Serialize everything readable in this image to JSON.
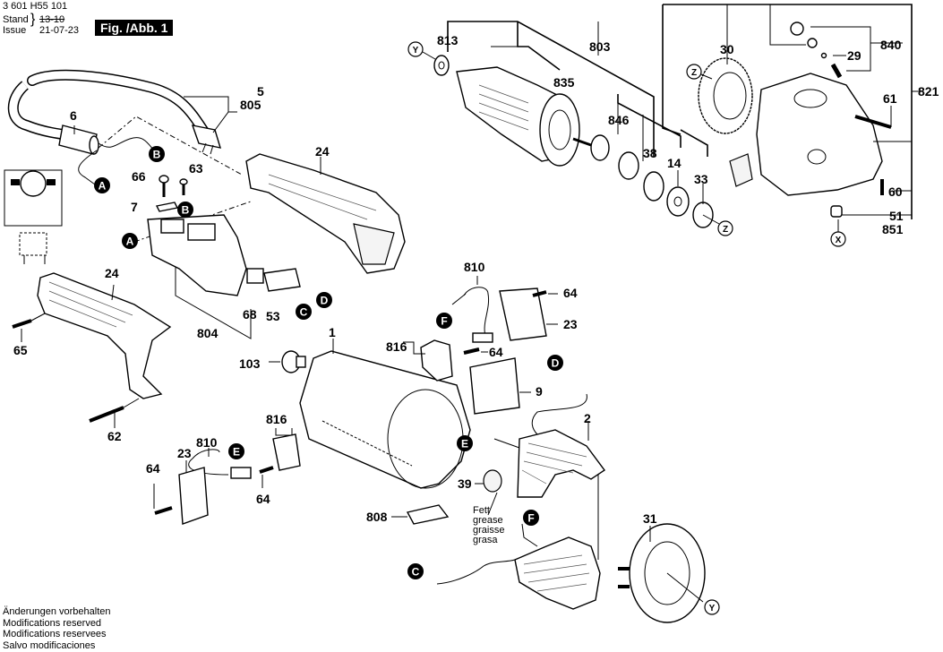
{
  "header": {
    "part_number": "3 601 H55 101",
    "stand_label": "Stand",
    "issue_label": "Issue",
    "old_date": "13-10",
    "issue_date": "21-07-23",
    "figure_label": "Fig. /Abb. 1"
  },
  "footer": {
    "lines": [
      "Änderungen vorbehalten",
      "Modifications reserved",
      "Modifications reservees",
      "Salvo modificaciones"
    ]
  },
  "grease_note": [
    "Fett",
    "grease",
    "graisse",
    "grasa"
  ],
  "connectors": [
    "A",
    "B",
    "C",
    "D",
    "E",
    "F"
  ],
  "reference_marks": [
    "X",
    "Y",
    "Z"
  ],
  "part_labels": {
    "p5": "5",
    "p805": "805",
    "p6": "6",
    "p66": "66",
    "p63": "63",
    "p7": "7",
    "p24_top": "24",
    "p24_left": "24",
    "p65": "65",
    "p62": "62",
    "p804": "804",
    "p68": "68",
    "p53": "53",
    "p813": "813",
    "p803": "803",
    "p835": "835",
    "p846": "846",
    "p38": "38",
    "p14": "14",
    "p33": "33",
    "p30": "30",
    "p840": "840",
    "p29": "29",
    "p821": "821",
    "p61": "61",
    "p60": "60",
    "p51": "51",
    "p851": "851",
    "p810_top": "810",
    "p64_a": "64",
    "p23_right": "23",
    "p816_top": "816",
    "p64_b": "64",
    "p1": "1",
    "p103": "103",
    "p9": "9",
    "p2": "2",
    "p816_bot": "816",
    "p810_bot": "810",
    "p23_left": "23",
    "p64_c": "64",
    "p64_d": "64",
    "p39": "39",
    "p808": "808",
    "p31": "31"
  }
}
